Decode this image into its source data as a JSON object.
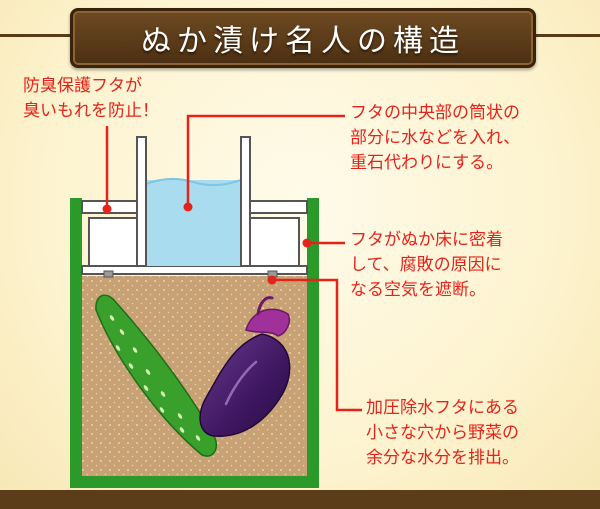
{
  "title": "ぬか漬け名人の構造",
  "labels": {
    "lid_odor": "防臭保護フタが\n臭いもれを防止！",
    "center_tube": "フタの中央部の筒状の\n部分に水などを入れ、\n重石代わりにする。",
    "lid_seal": "フタがぬか床に密着\nして、腐敗の原因に\nなる空気を遮断。",
    "drain_holes": "加圧除水フタにある\n小さな穴から野菜の\n余分な水分を排出。"
  },
  "colors": {
    "accent_red": "#e4241b",
    "container_green": "#2c9a2a",
    "nuka_brown": "#c8a274",
    "water_blue": "#a9dcef",
    "eggplant": "#4a1f6e",
    "cucumber": "#3aa02c",
    "banner_brown": "#5a3a18"
  },
  "icons": [
    "cucumber-illustration",
    "eggplant-illustration"
  ]
}
